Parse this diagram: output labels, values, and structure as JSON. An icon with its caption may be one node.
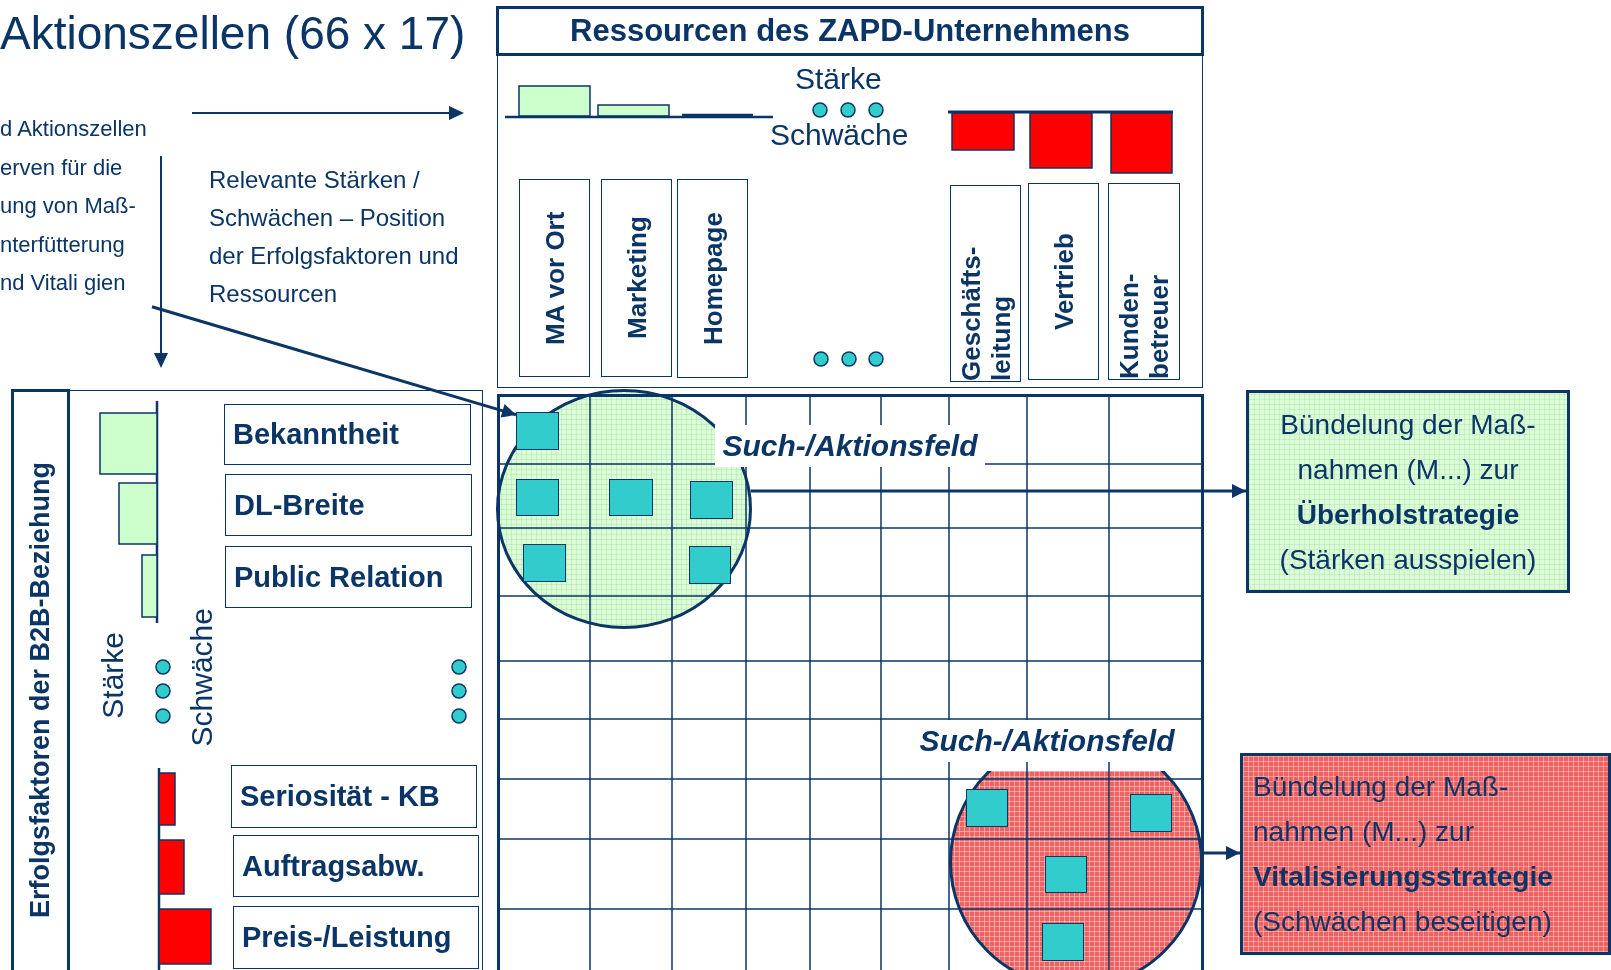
{
  "diagram": {
    "title": "Aktionszellen (66 x 17)",
    "nodes": [
      {
        "text": [
          "d Aktionszellen erven für die ung von Maß- nterfütterung nd Vitali gien"
        ]
      },
      {
        "text": [
          "Ressourcen des ZAPD-Unternehmens"
        ]
      },
      {
        "text": [
          "MA vor Ort"
        ],
        "in": 1
      },
      {
        "text": [
          "Marketing"
        ],
        "in": 1
      },
      {
        "text": [
          "Homepage"
        ],
        "in": 1
      },
      {
        "text": [
          "Geschäfts- leitung"
        ],
        "in": 1
      },
      {
        "text": [
          "Vertrieb"
        ],
        "in": 1
      },
      {
        "text": [
          "Kunden- betreuer"
        ],
        "in": 1
      },
      {
        "text": [
          "Erfolgsfaktoren der B2B-Beziehung"
        ]
      },
      {
        "text": [
          "Bekanntheit"
        ],
        "in": 8
      },
      {
        "text": [
          "DL-Breite"
        ],
        "in": 8
      },
      {
        "text": [
          "Public Relation"
        ],
        "in": 8
      },
      {
        "text": [
          "Seriosität - KB"
        ],
        "in": 8
      },
      {
        "text": [
          "Auftragsabw."
        ],
        "in": 8
      },
      {
        "text": [
          "Preis-/Leistung"
        ],
        "in": 8
      },
      {
        "text": [],
        "shape": "circle",
        "beside": [
          "Such-/Aktionsfeld"
        ]
      },
      {
        "text": [],
        "shape": "box",
        "in": 15
      },
      {
        "text": [],
        "shape": "box",
        "in": 15
      },
      {
        "text": [],
        "shape": "box",
        "in": 15
      },
      {
        "text": [],
        "shape": "box",
        "in": 15
      },
      {
        "text": [],
        "shape": "box",
        "in": 15
      },
      {
        "text": [],
        "shape": "box",
        "in": 15
      },
      {
        "text": [
          "Bündelung der Maß- nahmen (M...) zur **Überholstrategie** (Stärken ausspielen)"
        ]
      },
      {
        "text": [],
        "shape": "circle",
        "beside": [
          "Such-/Aktionsfeld"
        ]
      },
      {
        "text": [],
        "shape": "box",
        "in": 23
      },
      {
        "text": [],
        "shape": "box",
        "in": 23
      },
      {
        "text": [],
        "shape": "box",
        "in": 23
      },
      {
        "text": [],
        "shape": "box",
        "in": 23
      },
      {
        "text": [
          "Bündelung der Maß- nahmen (M...) zur **Vitalisierungsstrategie** (Schwächen beseitigen)"
        ]
      }
    ],
    "edges": [
      {
        "from": 0,
        "to": 16,
        "arrow": "to"
      },
      {
        "from": 15,
        "to": 22,
        "arrow": "to"
      },
      {
        "from": 23,
        "to": 28,
        "arrow": "to"
      }
    ],
    "labels": [
      "Stärke",
      "Schwäche",
      "Relevante Stärken / Schwächen – Position der Erfolgsfaktoren und Ressourcen",
      "Stärke",
      "Schwäche"
    ]
  }
}
